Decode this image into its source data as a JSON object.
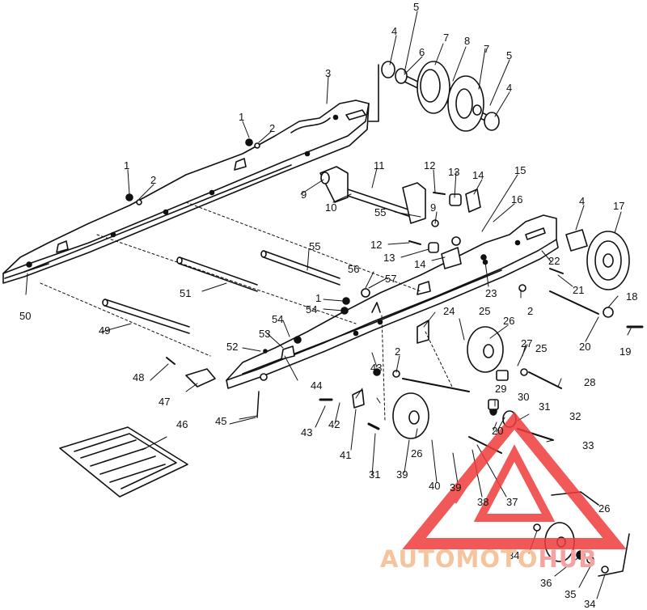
{
  "callouts": {
    "n1a": "1",
    "n1b": "1",
    "n1c": "1",
    "n2a": "2",
    "n2b": "2",
    "n2c": "2",
    "n2d": "2",
    "n3": "3",
    "n4a": "4",
    "n4b": "4",
    "n4c": "4",
    "n5a": "5",
    "n5b": "5",
    "n6": "6",
    "n7a": "7",
    "n7b": "7",
    "n8": "8",
    "n9a": "9",
    "n9b": "9",
    "n10": "10",
    "n11": "11",
    "n12a": "12",
    "n12b": "12",
    "n13a": "13",
    "n13b": "13",
    "n14a": "14",
    "n14b": "14",
    "n15": "15",
    "n16": "16",
    "n17": "17",
    "n18": "18",
    "n19": "19",
    "n20a": "20",
    "n20b": "20",
    "n21": "21",
    "n22": "22",
    "n23": "23",
    "n24": "24",
    "n25a": "25",
    "n25b": "25",
    "n26a": "26",
    "n26b": "26",
    "n26c": "26",
    "n27": "27",
    "n28": "28",
    "n29": "29",
    "n30": "30",
    "n31a": "31",
    "n31b": "31",
    "n32": "32",
    "n33": "33",
    "n34a": "34",
    "n34b": "34",
    "n35": "35",
    "n36": "36",
    "n37": "37",
    "n38": "38",
    "n39a": "39",
    "n39b": "39",
    "n40": "40",
    "n41": "41",
    "n42": "42",
    "n43a": "43",
    "n43b": "43",
    "n44": "44",
    "n45": "45",
    "n46": "46",
    "n47": "47",
    "n48": "48",
    "n49": "49",
    "n50": "50",
    "n51": "51",
    "n52": "52",
    "n53": "53",
    "n54a": "54",
    "n54b": "54",
    "n55a": "55",
    "n55b": "55",
    "n56": "56",
    "n57": "57"
  },
  "watermark": {
    "part1": "AUTOMOTO",
    "part2": "HUB",
    "color_triangle": "#ef3b3b",
    "color_text1": "#f2a76a",
    "color_text2": "#f07878"
  }
}
